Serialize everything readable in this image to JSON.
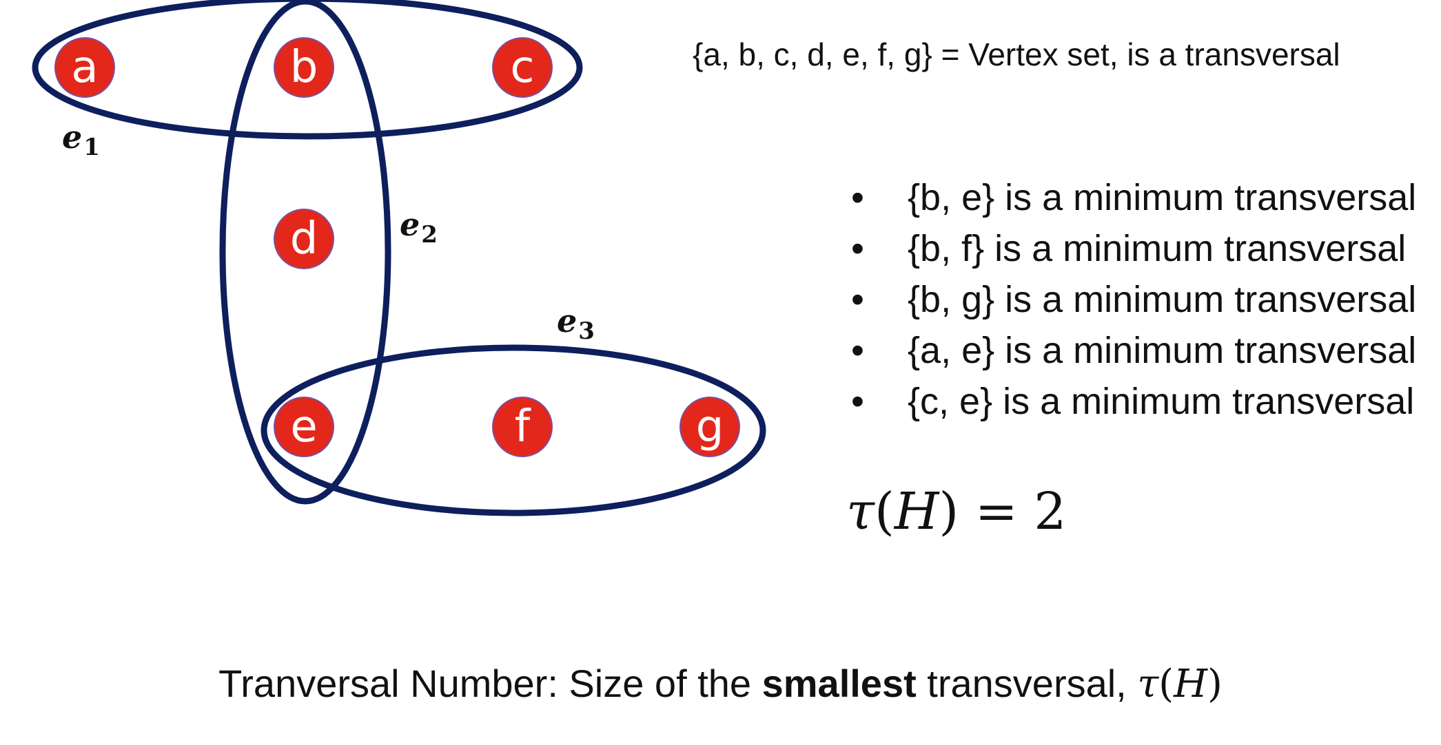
{
  "hypergraph": {
    "vertices": [
      "a",
      "b",
      "c",
      "d",
      "e",
      "f",
      "g"
    ],
    "edges": [
      {
        "label": "e",
        "subscript": "1"
      },
      {
        "label": "e",
        "subscript": "2"
      },
      {
        "label": "e",
        "subscript": "3"
      }
    ]
  },
  "vertex_set_text": "{a, b, c, d, e, f, g} = Vertex set, is a transversal",
  "bullet_symbol": "•",
  "transversals": [
    "{b, e} is a minimum transversal",
    "{b, f} is a minimum transversal",
    "{b, g} is a minimum transversal",
    "{a, e} is a minimum transversal",
    "{c, e} is a minimum transversal"
  ],
  "tau_equation": {
    "symbol": "τ",
    "open": "(",
    "arg": "H",
    "close": ")",
    "rest": " = 2"
  },
  "footer": {
    "prefix": "Tranversal Number: Size of the ",
    "bold": "smallest",
    "suffix": " transversal, ",
    "math_symbol": "τ",
    "math_open": "(",
    "math_arg": "H",
    "math_close": ")"
  },
  "colors": {
    "vertex_fill": "#e3281b",
    "edge_stroke": "#0d1f5c"
  }
}
